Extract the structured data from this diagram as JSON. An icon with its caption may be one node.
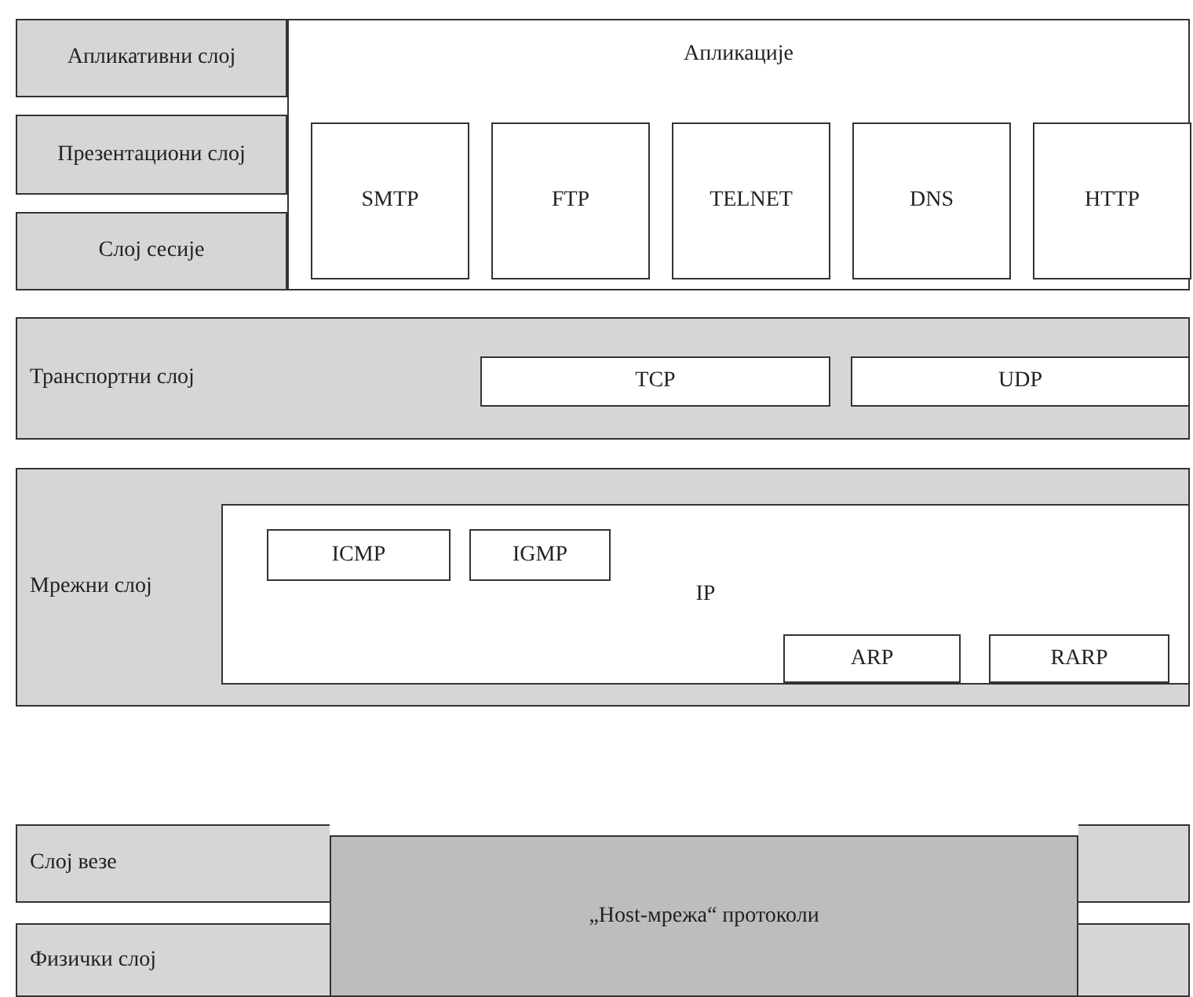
{
  "diagram": {
    "nodes": [
      {
        "text": [
          "Апликативни слој"
        ]
      },
      {
        "text": [
          "Апликације"
        ]
      },
      {
        "text": [
          "SMTP"
        ],
        "in": 1
      },
      {
        "text": [
          "FTP"
        ],
        "in": 1
      },
      {
        "text": [
          "TELNET"
        ],
        "in": 1
      },
      {
        "text": [
          "DNS"
        ],
        "in": 1
      },
      {
        "text": [
          "HTTP"
        ],
        "in": 1
      },
      {
        "text": [
          "Презентациони слој"
        ]
      },
      {
        "text": [
          "Слој сесије"
        ]
      },
      {
        "text": [
          "Транспортни слој"
        ]
      },
      {
        "text": [
          "TCP"
        ],
        "in": 9
      },
      {
        "text": [
          "UDP"
        ],
        "in": 9
      },
      {
        "text": [
          "Мрежни слој"
        ]
      },
      {
        "text": [
          "IP"
        ],
        "in": 12
      },
      {
        "text": [
          "ICMP"
        ],
        "in": 13
      },
      {
        "text": [
          "IGMP"
        ],
        "in": 13
      },
      {
        "text": [
          "ARP"
        ],
        "in": 13
      },
      {
        "text": [
          "RARP"
        ],
        "in": 13
      },
      {
        "text": [
          "Слој везе"
        ]
      },
      {
        "text": [
          "Физички слој"
        ]
      },
      {
        "text": [
          "„Host-мрежа“ протоколи"
        ]
      }
    ],
    "edges": []
  }
}
